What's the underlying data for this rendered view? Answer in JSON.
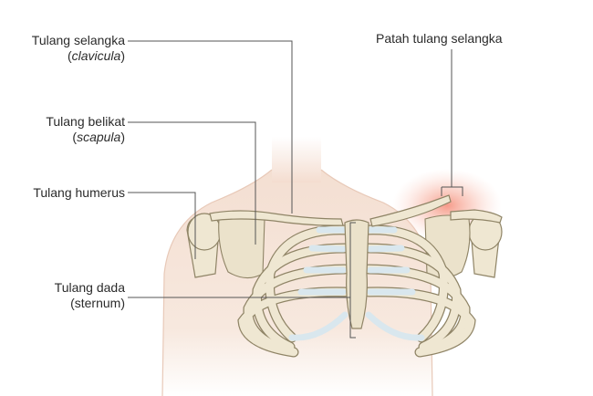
{
  "labels": {
    "clavicle": {
      "name": "Tulang selangka",
      "latin_open": "(",
      "latin": "clavicula",
      "latin_close": ")"
    },
    "scapula": {
      "name": "Tulang belikat",
      "latin_open": "(",
      "latin": "scapula",
      "latin_close": ")"
    },
    "humerus": {
      "name": "Tulang humerus"
    },
    "sternum": {
      "name": "Tulang dada",
      "latin": "(sternum)"
    },
    "fracture": {
      "name": "Patah tulang selangka"
    }
  },
  "colors": {
    "skin": "#f6e3d6",
    "bone": "#efe7d2",
    "bone_outline": "#8f8466",
    "cartilage": "#d9e7ee",
    "fracture_glow": "#f7a08f",
    "leader_line": "#555555"
  }
}
